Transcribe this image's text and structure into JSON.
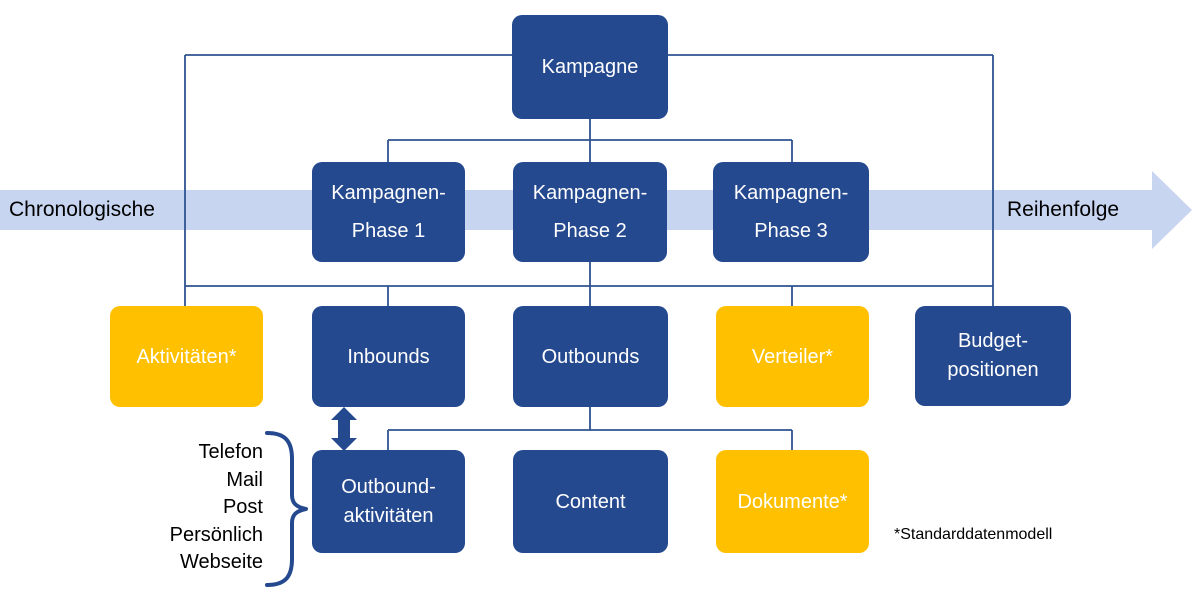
{
  "colors": {
    "node_blue": "#25498E",
    "node_yellow": "#FFC000",
    "band_blue": "#C7D5F0",
    "line_blue": "#2F5291"
  },
  "timeline_band": {
    "left_label": "Chronologische",
    "right_label": "Reihenfolge"
  },
  "nodes": {
    "kampagne": {
      "label": "Kampagne"
    },
    "phase1": {
      "label": "Kampagnen-\nPhase 1"
    },
    "phase2": {
      "label": "Kampagnen-\nPhase 2"
    },
    "phase3": {
      "label": "Kampagnen-\nPhase 3"
    },
    "aktivitaeten": {
      "label": "Aktivitäten*"
    },
    "inbounds": {
      "label": "Inbounds"
    },
    "outbounds": {
      "label": "Outbounds"
    },
    "verteiler": {
      "label": "Verteiler*"
    },
    "budgetpositionen": {
      "label": "Budget-\npositionen"
    },
    "outboundaktivitaeten": {
      "label": "Outbound-\naktivitäten"
    },
    "content": {
      "label": "Content"
    },
    "dokumente": {
      "label": "Dokumente*"
    }
  },
  "channel_list": {
    "items": [
      "Telefon",
      "Mail",
      "Post",
      "Persönlich",
      "Webseite"
    ]
  },
  "footnote": "*Standarddatenmodell"
}
